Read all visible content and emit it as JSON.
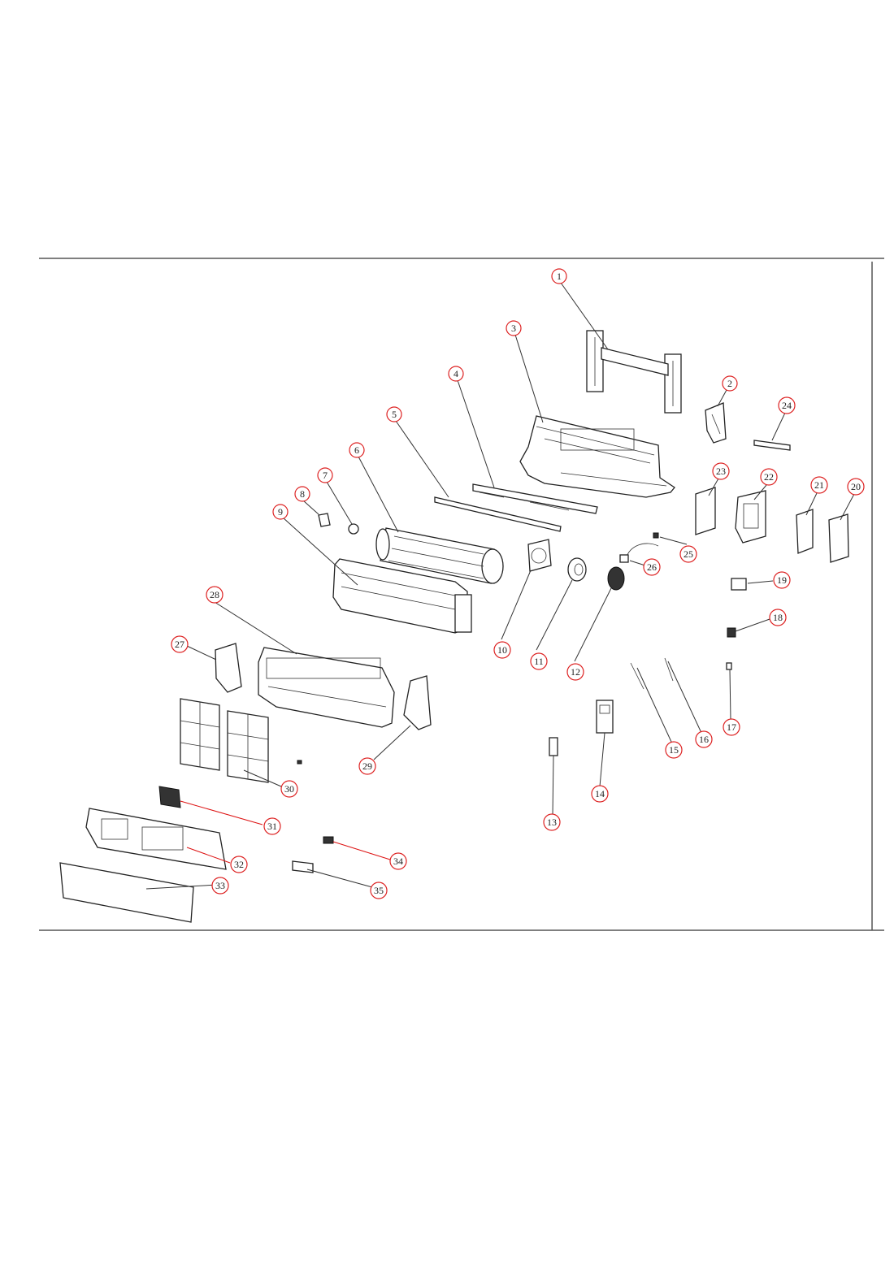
{
  "diagram": {
    "callouts": [
      "1",
      "2",
      "3",
      "4",
      "5",
      "6",
      "7",
      "8",
      "9",
      "10",
      "11",
      "12",
      "13",
      "14",
      "15",
      "16",
      "17",
      "18",
      "19",
      "20",
      "21",
      "22",
      "23",
      "24",
      "25",
      "26",
      "27",
      "28",
      "29",
      "30",
      "31",
      "32",
      "33",
      "34",
      "35"
    ]
  },
  "colors": {
    "callout_ring": "#d22",
    "accent_leader": "#d11",
    "frame": "#555",
    "linework": "#222"
  }
}
